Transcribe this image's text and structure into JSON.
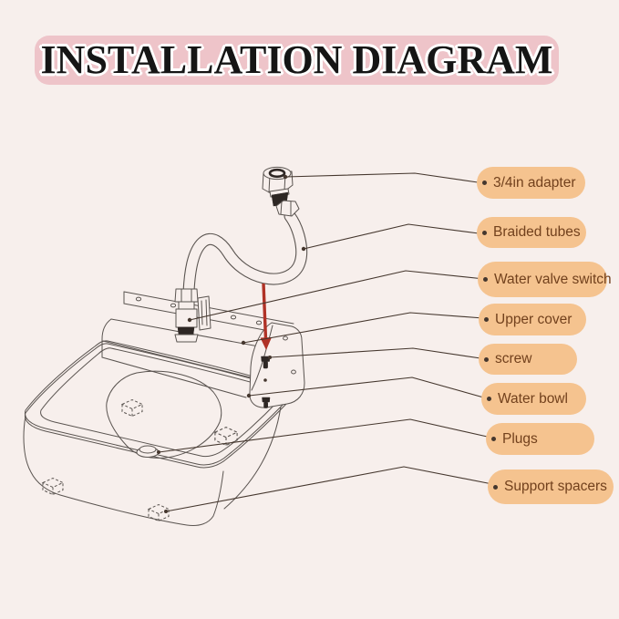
{
  "title": "INSTALLATION DIAGRAM",
  "labels": [
    {
      "text": "3/4in adapter"
    },
    {
      "text": "Braided tubes"
    },
    {
      "text": "Water valve switch"
    },
    {
      "text": "Upper cover"
    },
    {
      "text": "screw"
    },
    {
      "text": "Water bowl"
    },
    {
      "text": "Plugs"
    },
    {
      "text": "Support spacers"
    }
  ],
  "diagram_parts": [
    "3/4in adapter",
    "Braided tubes",
    "Water valve switch",
    "Upper cover",
    "screw",
    "Water bowl",
    "Plugs",
    "Support spacers"
  ],
  "colors": {
    "background": "#f7efec",
    "banner": "#eec4c9",
    "label_pill": "#f5c38f",
    "label_text": "#72411d",
    "line_art": "#5a5450",
    "arrow_red": "#b03226",
    "leader": "#45372e"
  }
}
